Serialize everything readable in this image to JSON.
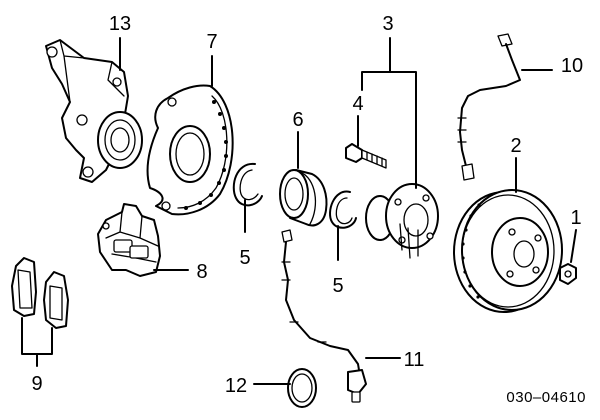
{
  "diagram": {
    "code": "030–04610",
    "callouts": {
      "c1": "1",
      "c2": "2",
      "c3": "3",
      "c4": "4",
      "c5a": "5",
      "c5b": "5",
      "c6": "6",
      "c7": "7",
      "c8": "8",
      "c9": "9",
      "c10": "10",
      "c11": "11",
      "c12": "12",
      "c13": "13"
    }
  }
}
